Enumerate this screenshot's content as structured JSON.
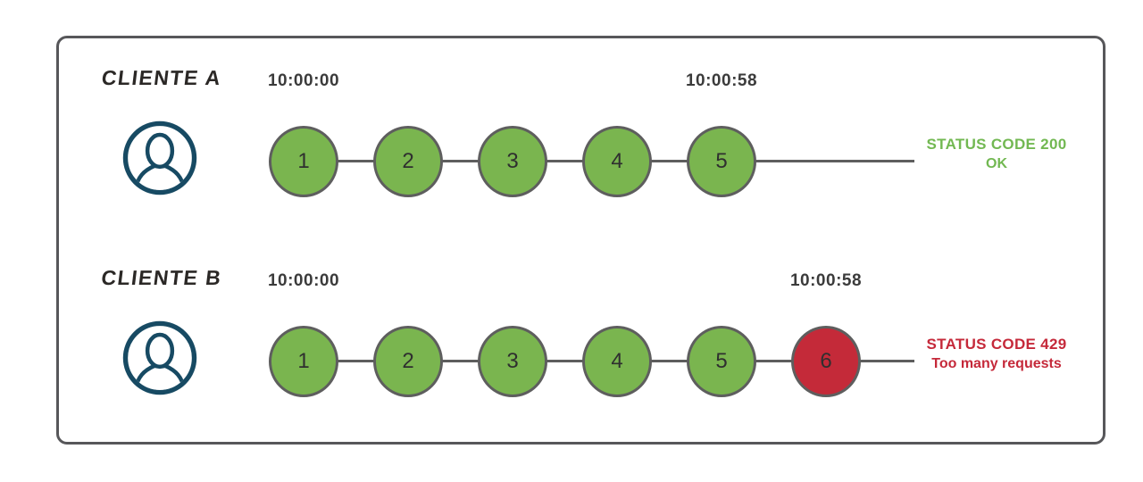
{
  "rows": [
    {
      "client_label": "CLIENTE A",
      "start_time": "10:00:00",
      "end_time": "10:00:58",
      "requests": [
        {
          "label": "1",
          "state": "allowed"
        },
        {
          "label": "2",
          "state": "allowed"
        },
        {
          "label": "3",
          "state": "allowed"
        },
        {
          "label": "4",
          "state": "allowed"
        },
        {
          "label": "5",
          "state": "allowed"
        }
      ],
      "status": {
        "title": "STATUS CODE 200",
        "subtitle": "OK",
        "color": "#72b852"
      }
    },
    {
      "client_label": "CLIENTE B",
      "start_time": "10:00:00",
      "end_time": "10:00:58",
      "requests": [
        {
          "label": "1",
          "state": "allowed"
        },
        {
          "label": "2",
          "state": "allowed"
        },
        {
          "label": "3",
          "state": "allowed"
        },
        {
          "label": "4",
          "state": "allowed"
        },
        {
          "label": "5",
          "state": "allowed"
        },
        {
          "label": "6",
          "state": "rejected"
        }
      ],
      "status": {
        "title": "STATUS CODE 429",
        "subtitle": "Too many requests",
        "color": "#c5293a"
      }
    }
  ],
  "colors": {
    "allowed_fill": "#7ab54f",
    "rejected_fill": "#c42a39",
    "circle_border": "#5e5e5e",
    "line": "#5e5e5e",
    "timestamp": "#3b3b3b",
    "client_text": "#2b2826",
    "avatar": "#174a63"
  }
}
